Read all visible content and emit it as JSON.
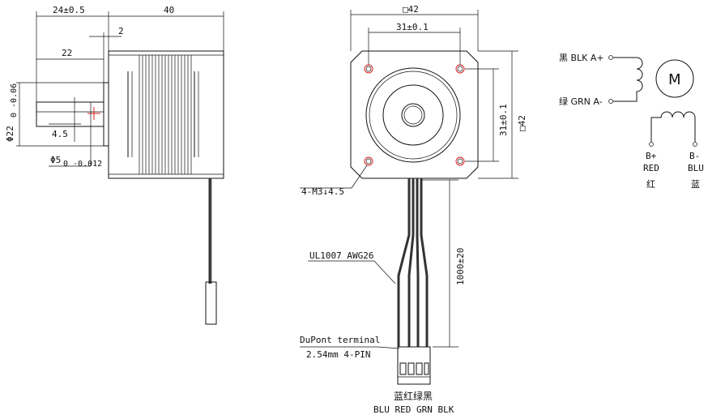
{
  "side_view": {
    "dim_total_len": "40",
    "dim_shaft_len": "24±0.5",
    "dim_flange": "2",
    "dim_shaft_inner": "22",
    "dim_boss_dia": "Φ22",
    "dim_boss_tol": "0 -0.06",
    "dim_flat": "4.5",
    "dim_shaft_dia": "Φ5",
    "dim_shaft_tol": "0 -0.012"
  },
  "front_view": {
    "dim_square_top": "□42",
    "dim_hole_spacing_top": "31±0.1",
    "dim_hole_spacing_right": "31±0.1",
    "dim_square_right": "□42",
    "mount_holes": "4-M3↓4.5",
    "cable_spec": "UL1007 AWG26",
    "cable_length": "1000±20",
    "terminal_line1": "DuPont terminal",
    "terminal_line2": "2.54mm 4-PIN",
    "connector_colors_cn": "蓝红绿黑",
    "connector_colors_en": "BLU RED GRN BLK"
  },
  "wiring": {
    "a_plus": "黑 BLK A+",
    "a_minus": "绿 GRN A-",
    "motor_symbol": "M",
    "b_plus": "B+",
    "b_plus_color": "RED",
    "b_plus_cn": "红",
    "b_minus": "B-",
    "b_minus_color": "BLU",
    "b_minus_cn": "蓝"
  }
}
